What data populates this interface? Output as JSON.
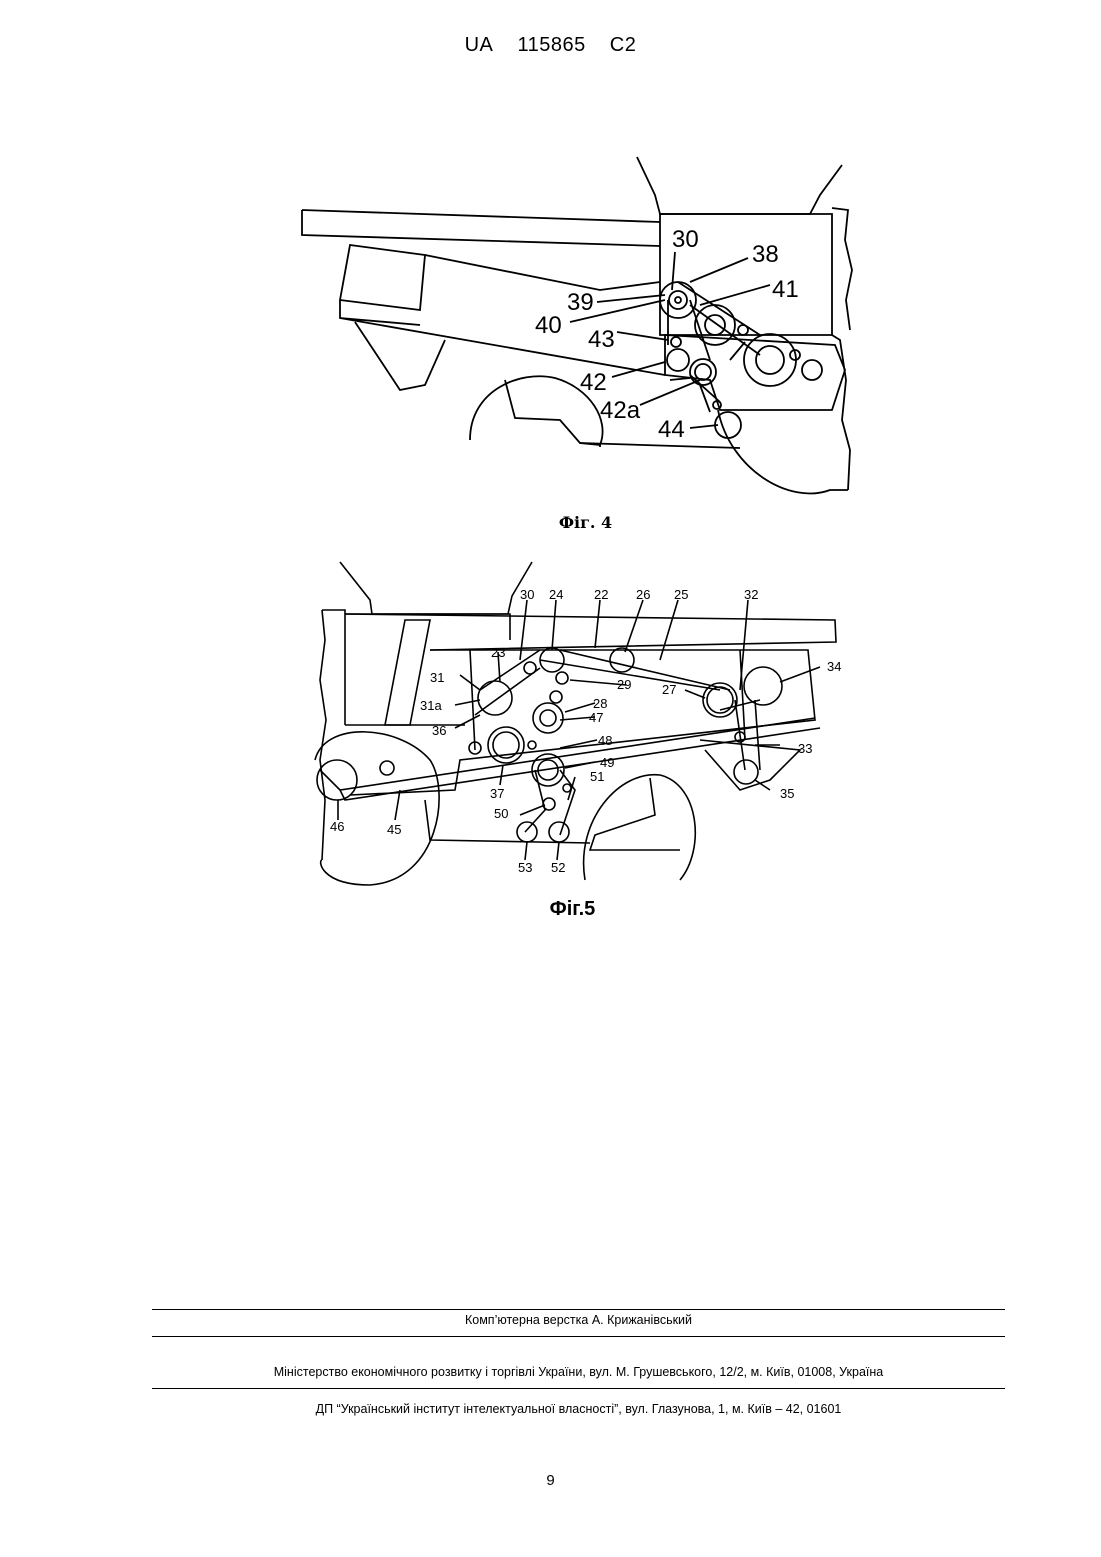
{
  "header": {
    "country": "UA",
    "number": "115865",
    "kind": "C2"
  },
  "figures": [
    {
      "caption": "Фіг. 4",
      "labels": [
        "30",
        "38",
        "41",
        "39",
        "40",
        "43",
        "42",
        "42a",
        "44"
      ]
    },
    {
      "caption": "Фіг.5",
      "labels": [
        "30",
        "24",
        "22",
        "26",
        "25",
        "32",
        "23",
        "29",
        "31",
        "31a",
        "36",
        "28",
        "47",
        "27",
        "34",
        "48",
        "33",
        "49",
        "37",
        "51",
        "35",
        "50",
        "46",
        "45",
        "53",
        "52"
      ]
    }
  ],
  "footer": {
    "typesetter": "Комп’ютерна верстка А. Крижанівський",
    "ministry": "Міністерство економічного розвитку і торгівлі України, вул. М. Грушевського, 12/2, м. Київ, 01008, Україна",
    "institute": "ДП “Український інститут інтелектуальної власності”, вул. Глазунова, 1, м. Київ – 42, 01601"
  },
  "page_number": "9"
}
